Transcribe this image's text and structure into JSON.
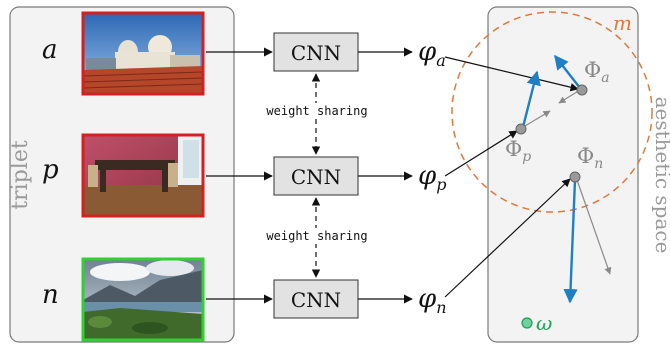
{
  "triplet_panel": {
    "side_label": "triplet",
    "rows": [
      {
        "label": "a",
        "image": "rooftops-photo",
        "frame_color": "#d42020"
      },
      {
        "label": "p",
        "image": "dining-room-photo",
        "frame_color": "#d42020"
      },
      {
        "label": "n",
        "image": "mountain-lake-photo",
        "frame_color": "#2fd02f"
      }
    ]
  },
  "network": {
    "box_label": "CNN",
    "sharing_label": "weight sharing",
    "outputs": [
      {
        "symbol": "φ",
        "sub": "a"
      },
      {
        "symbol": "φ",
        "sub": "p"
      },
      {
        "symbol": "φ",
        "sub": "n"
      }
    ]
  },
  "aesthetic_panel": {
    "side_label": "aesthetic space",
    "margin_label": "m",
    "points": [
      {
        "symbol": "Φ",
        "sub": "a"
      },
      {
        "symbol": "Φ",
        "sub": "p"
      },
      {
        "symbol": "Φ",
        "sub": "n"
      }
    ],
    "omega_label": "ω"
  },
  "colors": {
    "panel_fill": "#f3f3f3",
    "panel_stroke": "#7a7a7a",
    "cnn_fill": "#e2e2e2",
    "margin_circle": "#e07a3c",
    "blue_arrow": "#1f7fc4",
    "gray_arrow": "#8a8a8a",
    "omega": "#1fa05a"
  }
}
